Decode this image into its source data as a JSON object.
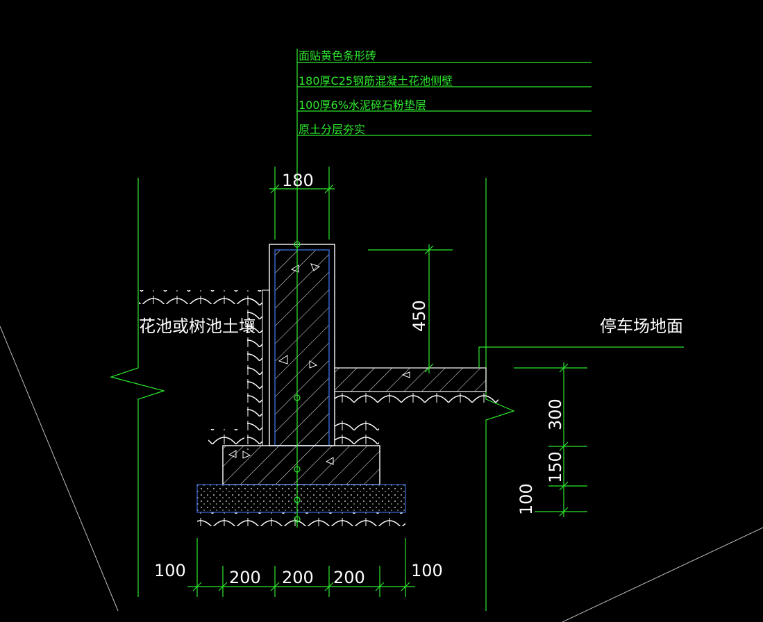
{
  "labels": {
    "layer1": "面贴黄色条形砖",
    "layer2": "180厚C25钢筋混凝土花池侧壁",
    "layer3": "100厚6%水泥碎石粉垫层",
    "layer4": "原土分层夯实",
    "soil": "花池或树池土壤",
    "parking": "停车场地面"
  },
  "dimensions": {
    "wall_thickness": "180",
    "wall_height": "450",
    "slab_300": "300",
    "step_150": "150",
    "base_100": "100",
    "bottom_left": "100",
    "bottom_200_a": "200",
    "bottom_200_b": "200",
    "bottom_200_c": "200",
    "bottom_right": "100"
  },
  "colors": {
    "background": "#000000",
    "leader_lines": "#2ee82e",
    "outline": "#ffffff",
    "wall_inner": "#3a6bd8"
  }
}
